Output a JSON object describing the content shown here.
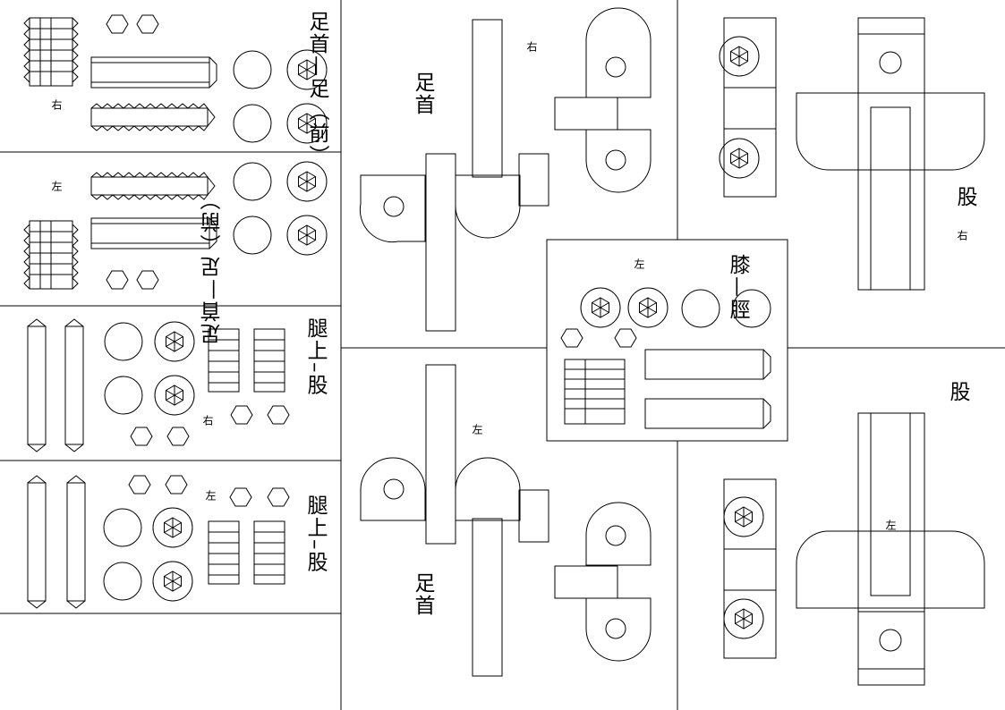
{
  "sheet": {
    "labels": {
      "ankle_front_top": "足首—足（前）",
      "ankle_front_bottom": "足首—足（前）",
      "thigh_upper_a": "腿上–股",
      "thigh_upper_b": "腿上–股",
      "ankle_top": "足首",
      "ankle_bottom": "足首",
      "knee_shin": "膝—脛",
      "thigh_right": "股",
      "thigh_left": "股"
    },
    "sides": {
      "right": "右",
      "left": "左"
    },
    "icons": {
      "part_outline": "hexagon-bolt-icon"
    }
  }
}
